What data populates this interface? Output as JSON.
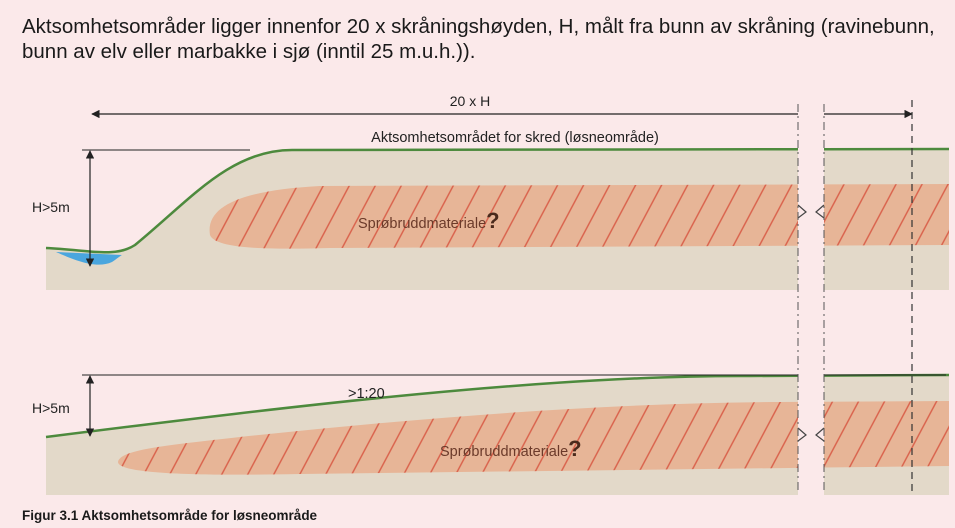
{
  "heading": "Aktsomhetsområder ligger innenfor 20 x skråningshøyden, H, målt fra bunn av skråning (ravinebunn, bunn av elv eller marbakke i sjø (inntil 25 m.u.h.)).",
  "caption": "Figur 3.1 Aktsomhetsområde for løsneområde",
  "top_panel": {
    "distance_label": "20 x H",
    "zone_label": "Aktsomhetsområdet for skred (løsneområde)",
    "height_label": "H>5m",
    "material_label": "Sprøbruddmateriale",
    "question_mark": "?"
  },
  "bottom_panel": {
    "height_label": "H>5m",
    "slope_label": ">1:20",
    "material_label": "Sprøbruddmateriale",
    "question_mark": "?"
  },
  "colors": {
    "background": "#fbe9ea",
    "soil": "#e3d9c9",
    "material_zone": "#e7b597",
    "hatch": "#d9604a",
    "surface_line": "#4d8a3d",
    "water": "#4aa6de",
    "break_gap": "#ffffff"
  }
}
